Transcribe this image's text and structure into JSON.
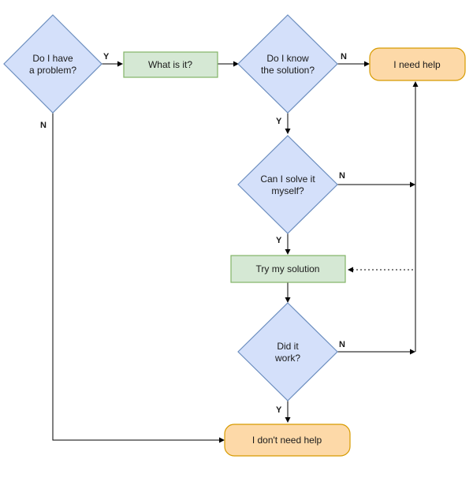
{
  "nodes": {
    "have_problem": {
      "line1": "Do I have",
      "line2": "a problem?"
    },
    "what_is_it": {
      "label": "What is it?"
    },
    "know_solution": {
      "line1": "Do I know",
      "line2": "the solution?"
    },
    "need_help": {
      "label": "I need help"
    },
    "solve_myself": {
      "line1": "Can I solve it",
      "line2": "myself?"
    },
    "try_solution": {
      "label": "Try my solution"
    },
    "did_it_work": {
      "line1": "Did it",
      "line2": "work?"
    },
    "dont_need_help": {
      "label": "I don't need help"
    }
  },
  "edge_labels": {
    "problem_yes": "Y",
    "problem_no": "N",
    "know_no": "N",
    "know_yes": "Y",
    "solve_no": "N",
    "solve_yes": "Y",
    "work_no": "N",
    "work_yes": "Y"
  }
}
